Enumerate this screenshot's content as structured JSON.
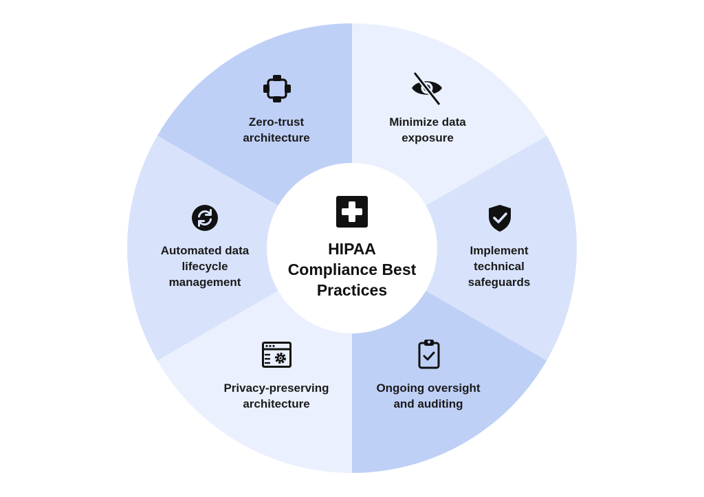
{
  "center": {
    "title": "HIPAA\nCompliance Best\nPractices",
    "icon": "medical-cross-icon"
  },
  "segments": [
    {
      "id": "zero-trust",
      "label": "Zero-trust\narchitecture",
      "icon": "network-nodes-icon",
      "color": "#bfd0f7"
    },
    {
      "id": "minimize-exposure",
      "label": "Minimize data\nexposure",
      "icon": "eye-off-icon",
      "color": "#eaf0fd"
    },
    {
      "id": "technical-safeguards",
      "label": "Implement\ntechnical\nsafeguards",
      "icon": "shield-check-icon",
      "color": "#d8e3fb"
    },
    {
      "id": "oversight-auditing",
      "label": "Ongoing oversight\nand auditing",
      "icon": "clipboard-check-icon",
      "color": "#bfd0f7"
    },
    {
      "id": "privacy-architecture",
      "label": "Privacy-preserving\narchitecture",
      "icon": "browser-settings-icon",
      "color": "#eaf0fd"
    },
    {
      "id": "data-lifecycle",
      "label": "Automated data\nlifecycle\nmanagement",
      "icon": "refresh-cycle-icon",
      "color": "#d8e3fb"
    }
  ],
  "colors": {
    "ring_dark": "#bfd0f7",
    "ring_mid": "#d8e3fb",
    "ring_light": "#eaf0fd",
    "center_fill": "#ffffff",
    "icon": "#111111",
    "text": "#1a1a1a"
  }
}
